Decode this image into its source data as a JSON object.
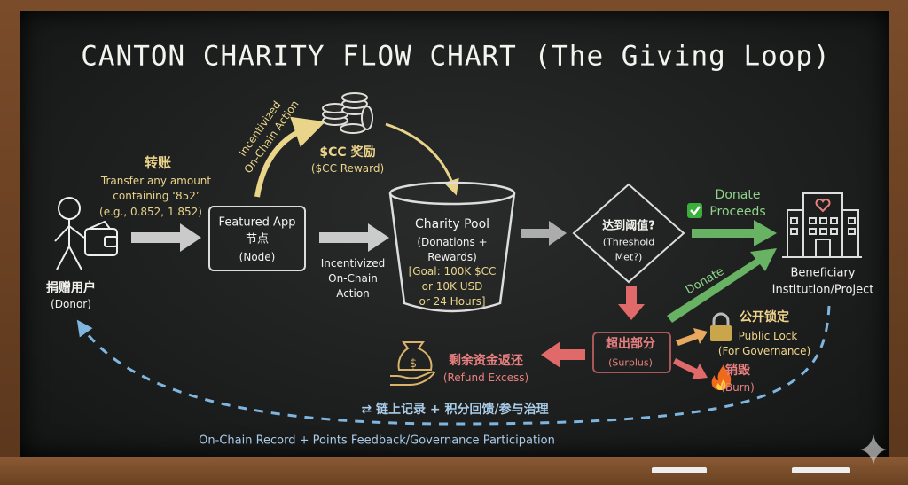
{
  "title": "CANTON CHARITY FLOW CHART (The Giving Loop)",
  "donor": {
    "label_zh": "捐赠用户",
    "label_en": "(Donor)"
  },
  "transfer": {
    "label_zh": "转账",
    "lines": [
      "Transfer any amount",
      "containing ‘852’",
      "(e.g., 0.852, 1.852)"
    ]
  },
  "node": {
    "line1": "Featured App",
    "line2": "节点",
    "line3": "(Node)"
  },
  "curved_action": {
    "line1": "Incentivized",
    "line2": "On-Chain Action"
  },
  "reward": {
    "label_zh": "$CC 奖励",
    "label_en": "($CC Reward)"
  },
  "action": {
    "lines": [
      "Incentivized",
      "On-Chain",
      "Action"
    ]
  },
  "pool": {
    "lines": [
      "Charity Pool",
      "(Donations +",
      "Rewards)"
    ],
    "goal": [
      "[Goal: 100K $CC",
      "or 10K USD",
      "or 24 Hours]"
    ]
  },
  "threshold": {
    "label_zh": "达到阈值?",
    "line2": "(Threshold",
    "line3": "Met?)"
  },
  "donate_proceeds": {
    "line1": "Donate",
    "line2": "Proceeds",
    "icon": "check-icon"
  },
  "donate": "Donate",
  "beneficiary": {
    "line1": "Beneficiary",
    "line2": "Institution/Project"
  },
  "surplus": {
    "label_zh": "超出部分",
    "label_en": "(Surplus)"
  },
  "refund": {
    "label_zh": "剩余资金返还",
    "label_en": "(Refund Excess)"
  },
  "lock": {
    "label_zh": "公开锁定",
    "line2": "Public Lock",
    "line3": "(For Governance)"
  },
  "burn": {
    "label_zh": "销毁",
    "label_en": "(Burn)"
  },
  "loop": {
    "icon": "⇄",
    "label_zh": "链上记录 + 积分回馈/参与治理",
    "label_en": "On-Chain Record + Points Feedback/Governance Participation"
  },
  "colors": {
    "chalk_white": "#f2f2ee",
    "yellow": "#e9d48a",
    "green": "#8fd48a",
    "red": "#e98080",
    "blue": "#a9cce9"
  }
}
